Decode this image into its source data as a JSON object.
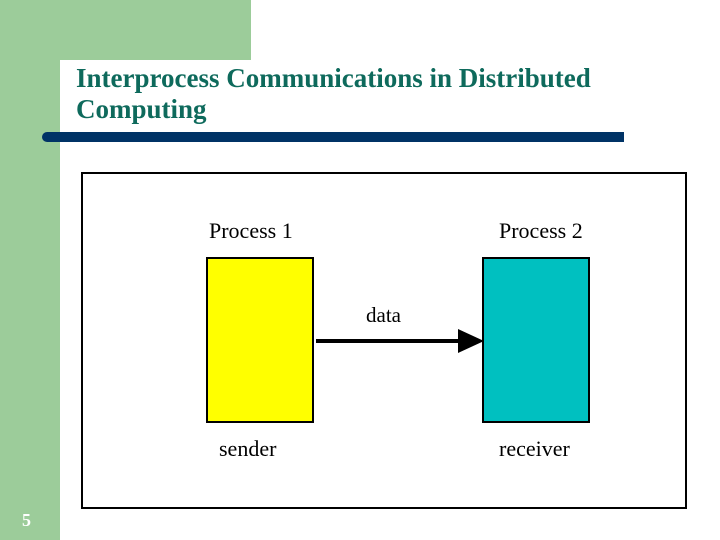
{
  "slide": {
    "title": "Interprocess Communications in Distributed Computing",
    "title_line1": "Interprocess Communications in Distributed",
    "title_line2": "Computing",
    "slide_number": "5",
    "colors": {
      "sidebar_green": "#9ccc9a",
      "title_teal": "#0e6a5c",
      "title_bar_navy": "#003366"
    }
  },
  "diagram": {
    "process1": {
      "label": "Process 1",
      "role": "sender",
      "color": "#ffff00"
    },
    "process2": {
      "label": "Process 2",
      "role": "receiver",
      "color": "#00c0c0"
    },
    "arrow": {
      "label": "data",
      "direction": "process1-to-process2"
    }
  }
}
